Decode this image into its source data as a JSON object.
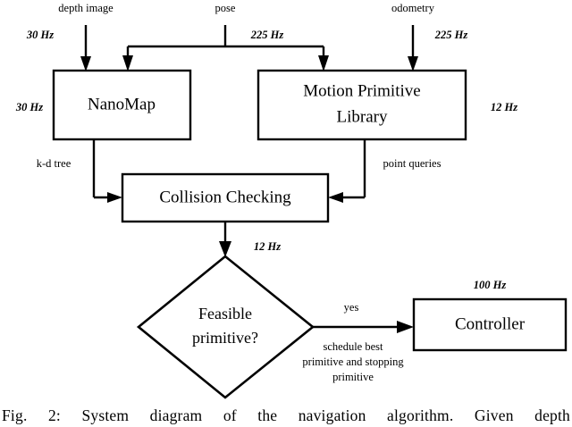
{
  "figure": {
    "caption": "Fig. 2: System diagram of the navigation algorithm. Given depth",
    "background_color": "#ffffff",
    "stroke_color": "#000000"
  },
  "inputs": {
    "depth_image": "depth image",
    "pose": "pose",
    "odometry": "odometry"
  },
  "boxes": {
    "nanomap": "NanoMap",
    "motion_primitive_library_line1": "Motion Primitive",
    "motion_primitive_library_line2": "Library",
    "collision_checking": "Collision Checking",
    "controller": "Controller"
  },
  "decision": {
    "line1": "Feasible",
    "line2": "primitive?"
  },
  "rates": {
    "depth_image_in": "30 Hz",
    "pose_in": "225 Hz",
    "odometry_in": "225 Hz",
    "nanomap_out": "30 Hz",
    "mpl_out": "12 Hz",
    "collision_checking_out": "12 Hz",
    "controller_rate": "100 Hz"
  },
  "edge_labels": {
    "kd_tree": "k-d tree",
    "point_queries": "point queries",
    "yes": "yes",
    "schedule_line1": "schedule best",
    "schedule_line2": "primitive and stopping",
    "schedule_line3": "primitive"
  }
}
